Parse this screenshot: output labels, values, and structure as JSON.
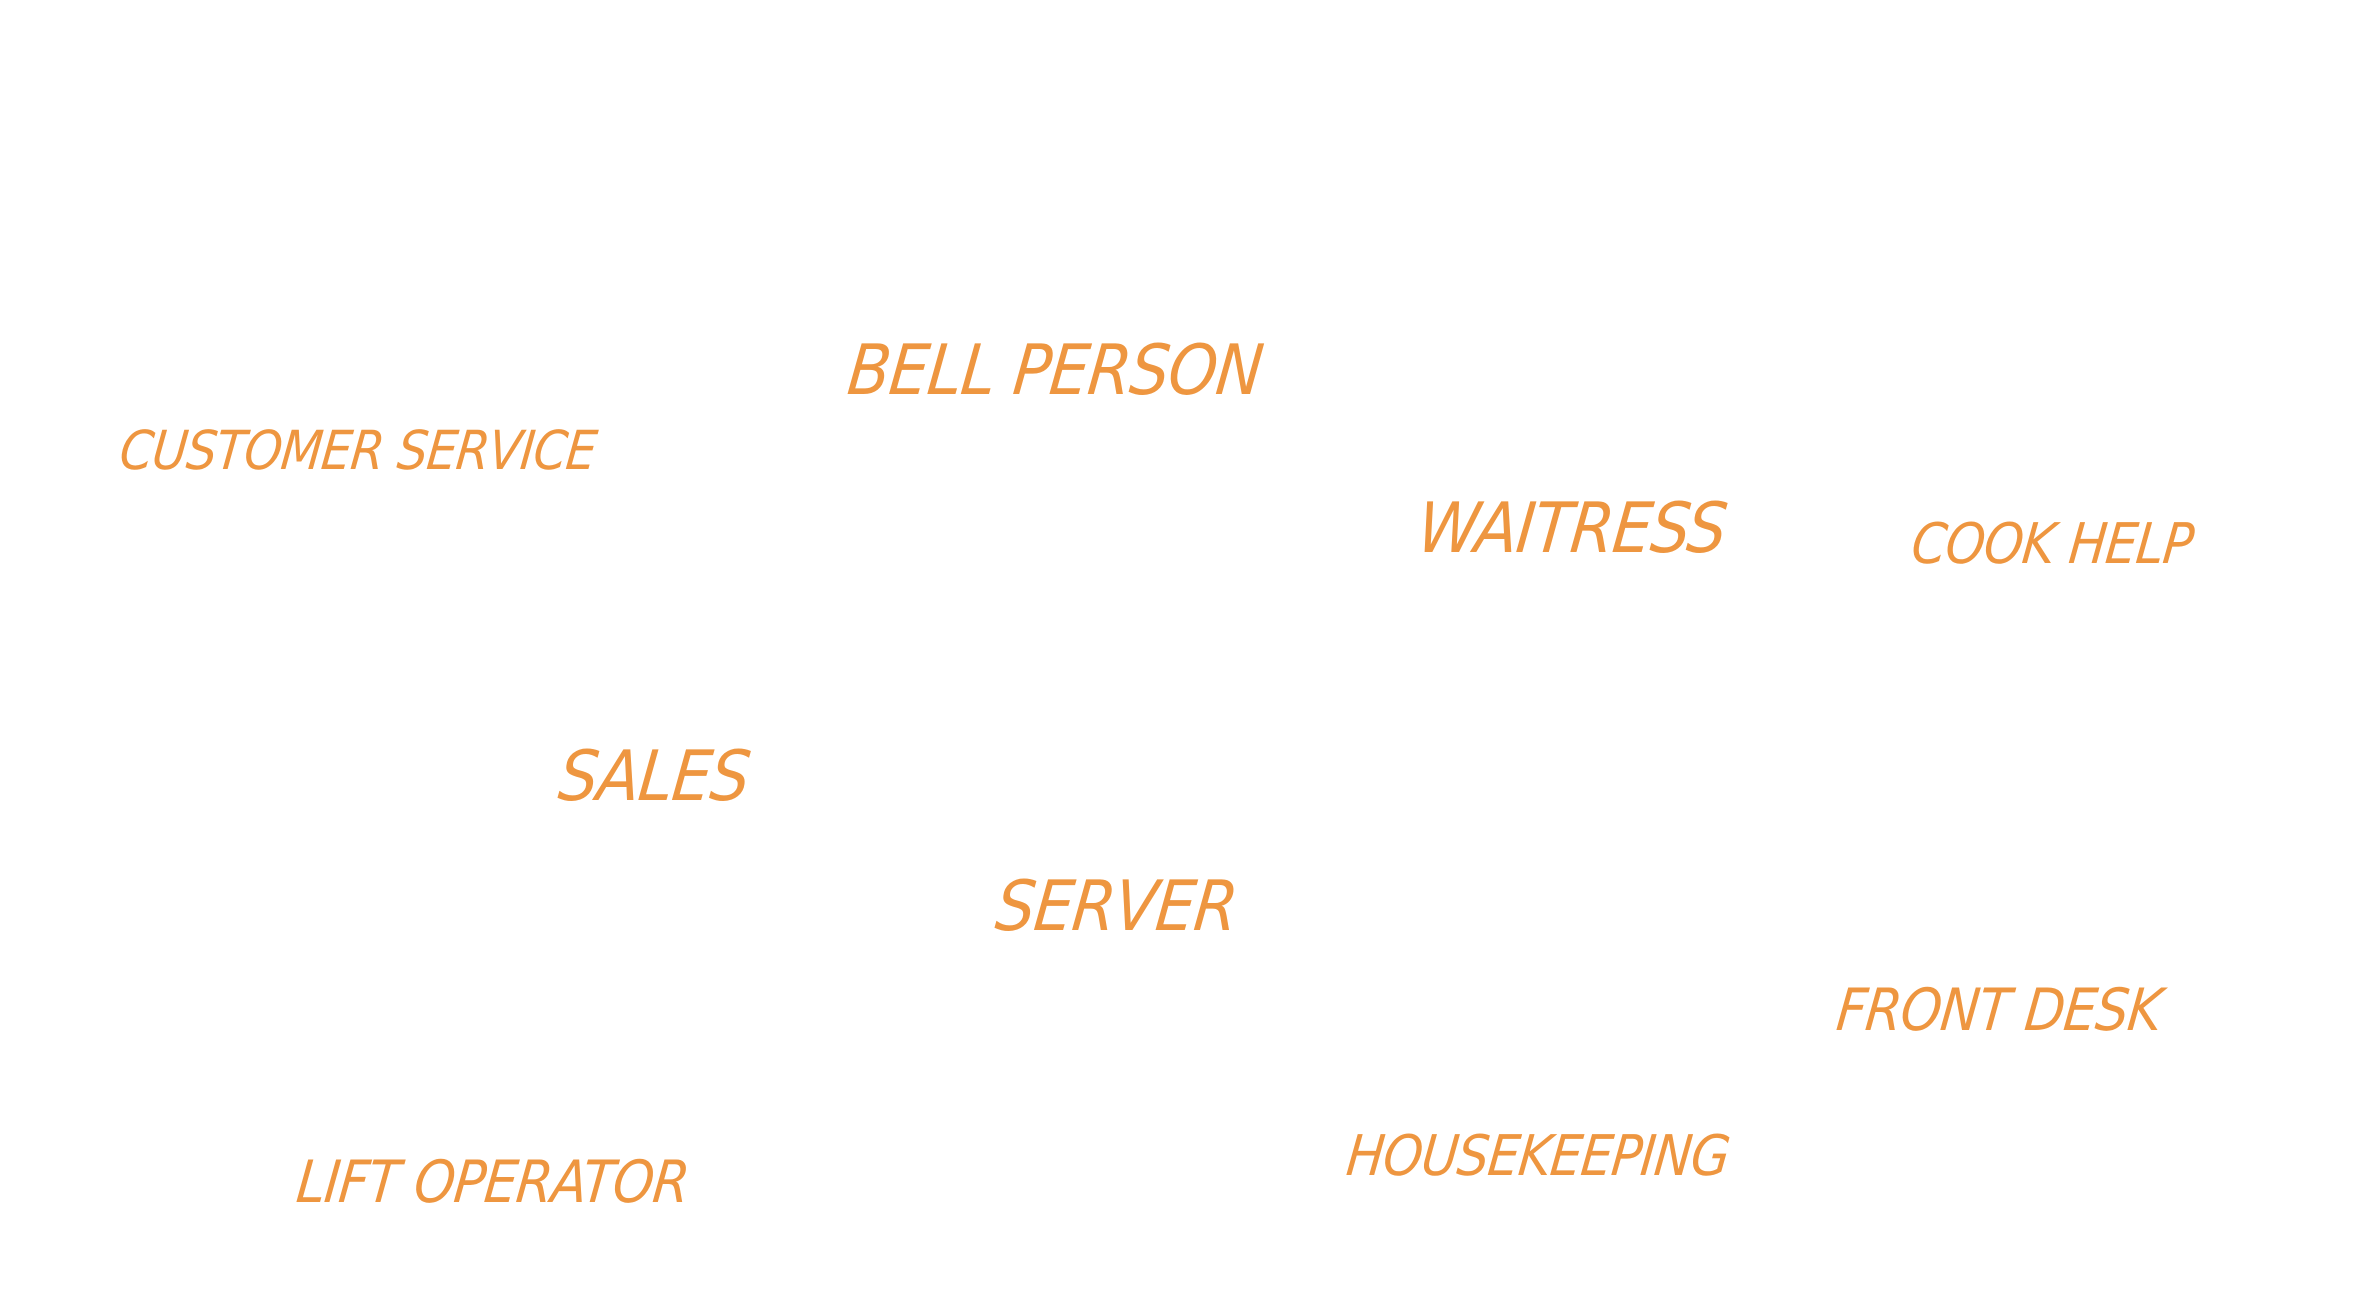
{
  "colors": {
    "background": "#ffffff",
    "word": "#ee9640"
  },
  "words": {
    "customer_service": "CUSTOMER SERVICE",
    "bell_person": "BELL PERSON",
    "waitress": "WAITRESS",
    "cook_help": "COOK HELP",
    "sales": "SALES",
    "server": "SERVER",
    "front_desk": "FRONT DESK",
    "housekeeping": "HOUSEKEEPING",
    "lift_operator": "LIFT OPERATOR"
  }
}
